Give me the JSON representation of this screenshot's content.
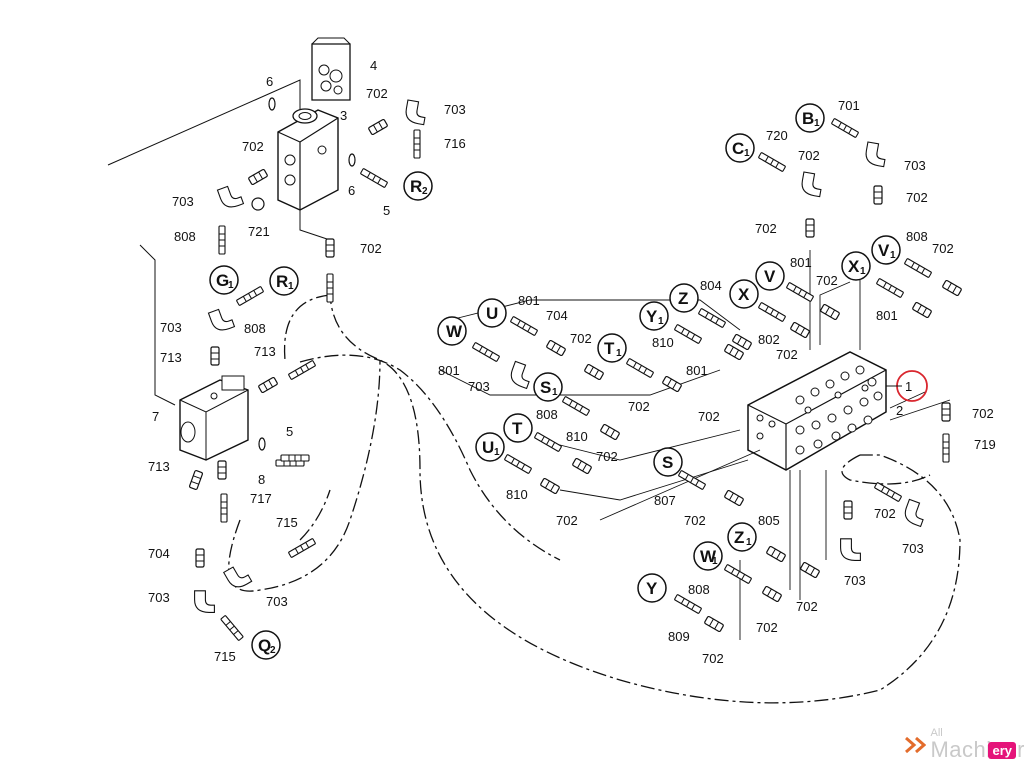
{
  "diagram": {
    "callouts": [
      {
        "text": "1",
        "highlighted": true
      },
      {
        "text": "2"
      },
      {
        "text": "3"
      },
      {
        "text": "4"
      },
      {
        "text": "5"
      },
      {
        "text": "5"
      },
      {
        "text": "6"
      },
      {
        "text": "6"
      },
      {
        "text": "7"
      },
      {
        "text": "8"
      },
      {
        "text": "701"
      },
      {
        "text": "702"
      },
      {
        "text": "703"
      },
      {
        "text": "704"
      },
      {
        "text": "713"
      },
      {
        "text": "715"
      },
      {
        "text": "716"
      },
      {
        "text": "717"
      },
      {
        "text": "719"
      },
      {
        "text": "720"
      },
      {
        "text": "721"
      },
      {
        "text": "801"
      },
      {
        "text": "802"
      },
      {
        "text": "804"
      },
      {
        "text": "805"
      },
      {
        "text": "807"
      },
      {
        "text": "808"
      },
      {
        "text": "809"
      },
      {
        "text": "810"
      }
    ],
    "port_labels": [
      {
        "letter": "B",
        "sub": "1"
      },
      {
        "letter": "C",
        "sub": "1"
      },
      {
        "letter": "V",
        "sub": "1"
      },
      {
        "letter": "X",
        "sub": "1"
      },
      {
        "letter": "V",
        "sub": ""
      },
      {
        "letter": "X",
        "sub": ""
      },
      {
        "letter": "Z",
        "sub": ""
      },
      {
        "letter": "Y",
        "sub": "1"
      },
      {
        "letter": "U",
        "sub": ""
      },
      {
        "letter": "W",
        "sub": ""
      },
      {
        "letter": "T",
        "sub": "1"
      },
      {
        "letter": "S",
        "sub": "1"
      },
      {
        "letter": "T",
        "sub": ""
      },
      {
        "letter": "U",
        "sub": "1"
      },
      {
        "letter": "S",
        "sub": ""
      },
      {
        "letter": "Z",
        "sub": "1"
      },
      {
        "letter": "W",
        "sub": "1"
      },
      {
        "letter": "Y",
        "sub": ""
      },
      {
        "letter": "R",
        "sub": "2"
      },
      {
        "letter": "G",
        "sub": "1"
      },
      {
        "letter": "R",
        "sub": "1"
      },
      {
        "letter": "Q",
        "sub": "2"
      }
    ],
    "highlight_color": "#d9262e"
  },
  "watermark": {
    "line1": "All",
    "line2": "Machinery",
    "tag": "ery"
  }
}
